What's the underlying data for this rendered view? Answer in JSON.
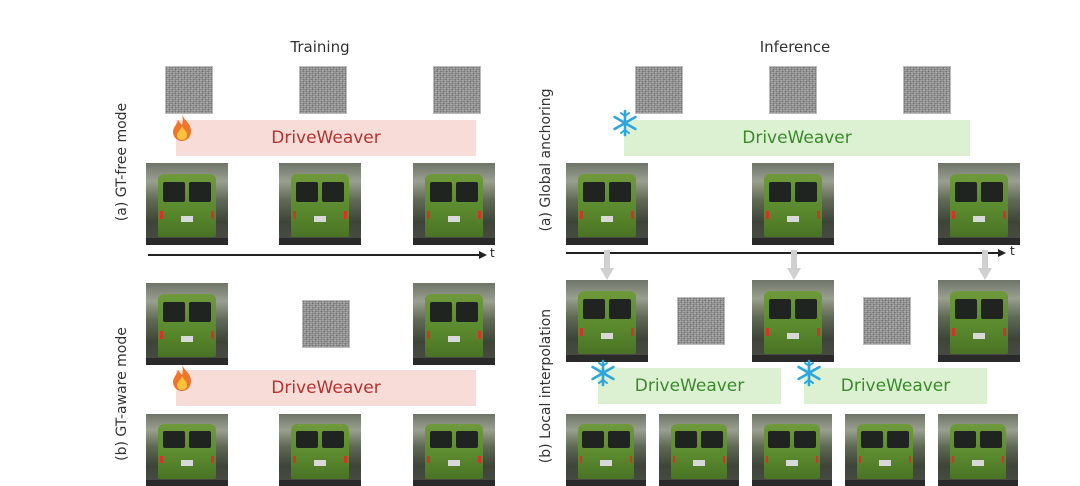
{
  "headings": {
    "training": "Training",
    "inference": "Inference"
  },
  "labels": {
    "gt_free": "(a) GT-free mode",
    "gt_aware": "(b) GT-aware mode",
    "global": "(a) Global anchoring",
    "local": "(b) Local interpolation"
  },
  "model_name": "DriveWeaver",
  "axis_label": "t",
  "icons": {
    "trainable": "fire-icon",
    "frozen": "snowflake-icon"
  },
  "colors": {
    "train_bar": "#f8dcd8",
    "train_text": "#b5322e",
    "infer_bar": "#dcf0d2",
    "infer_text": "#3a8a2a",
    "arrow": "#d0d0d0"
  }
}
